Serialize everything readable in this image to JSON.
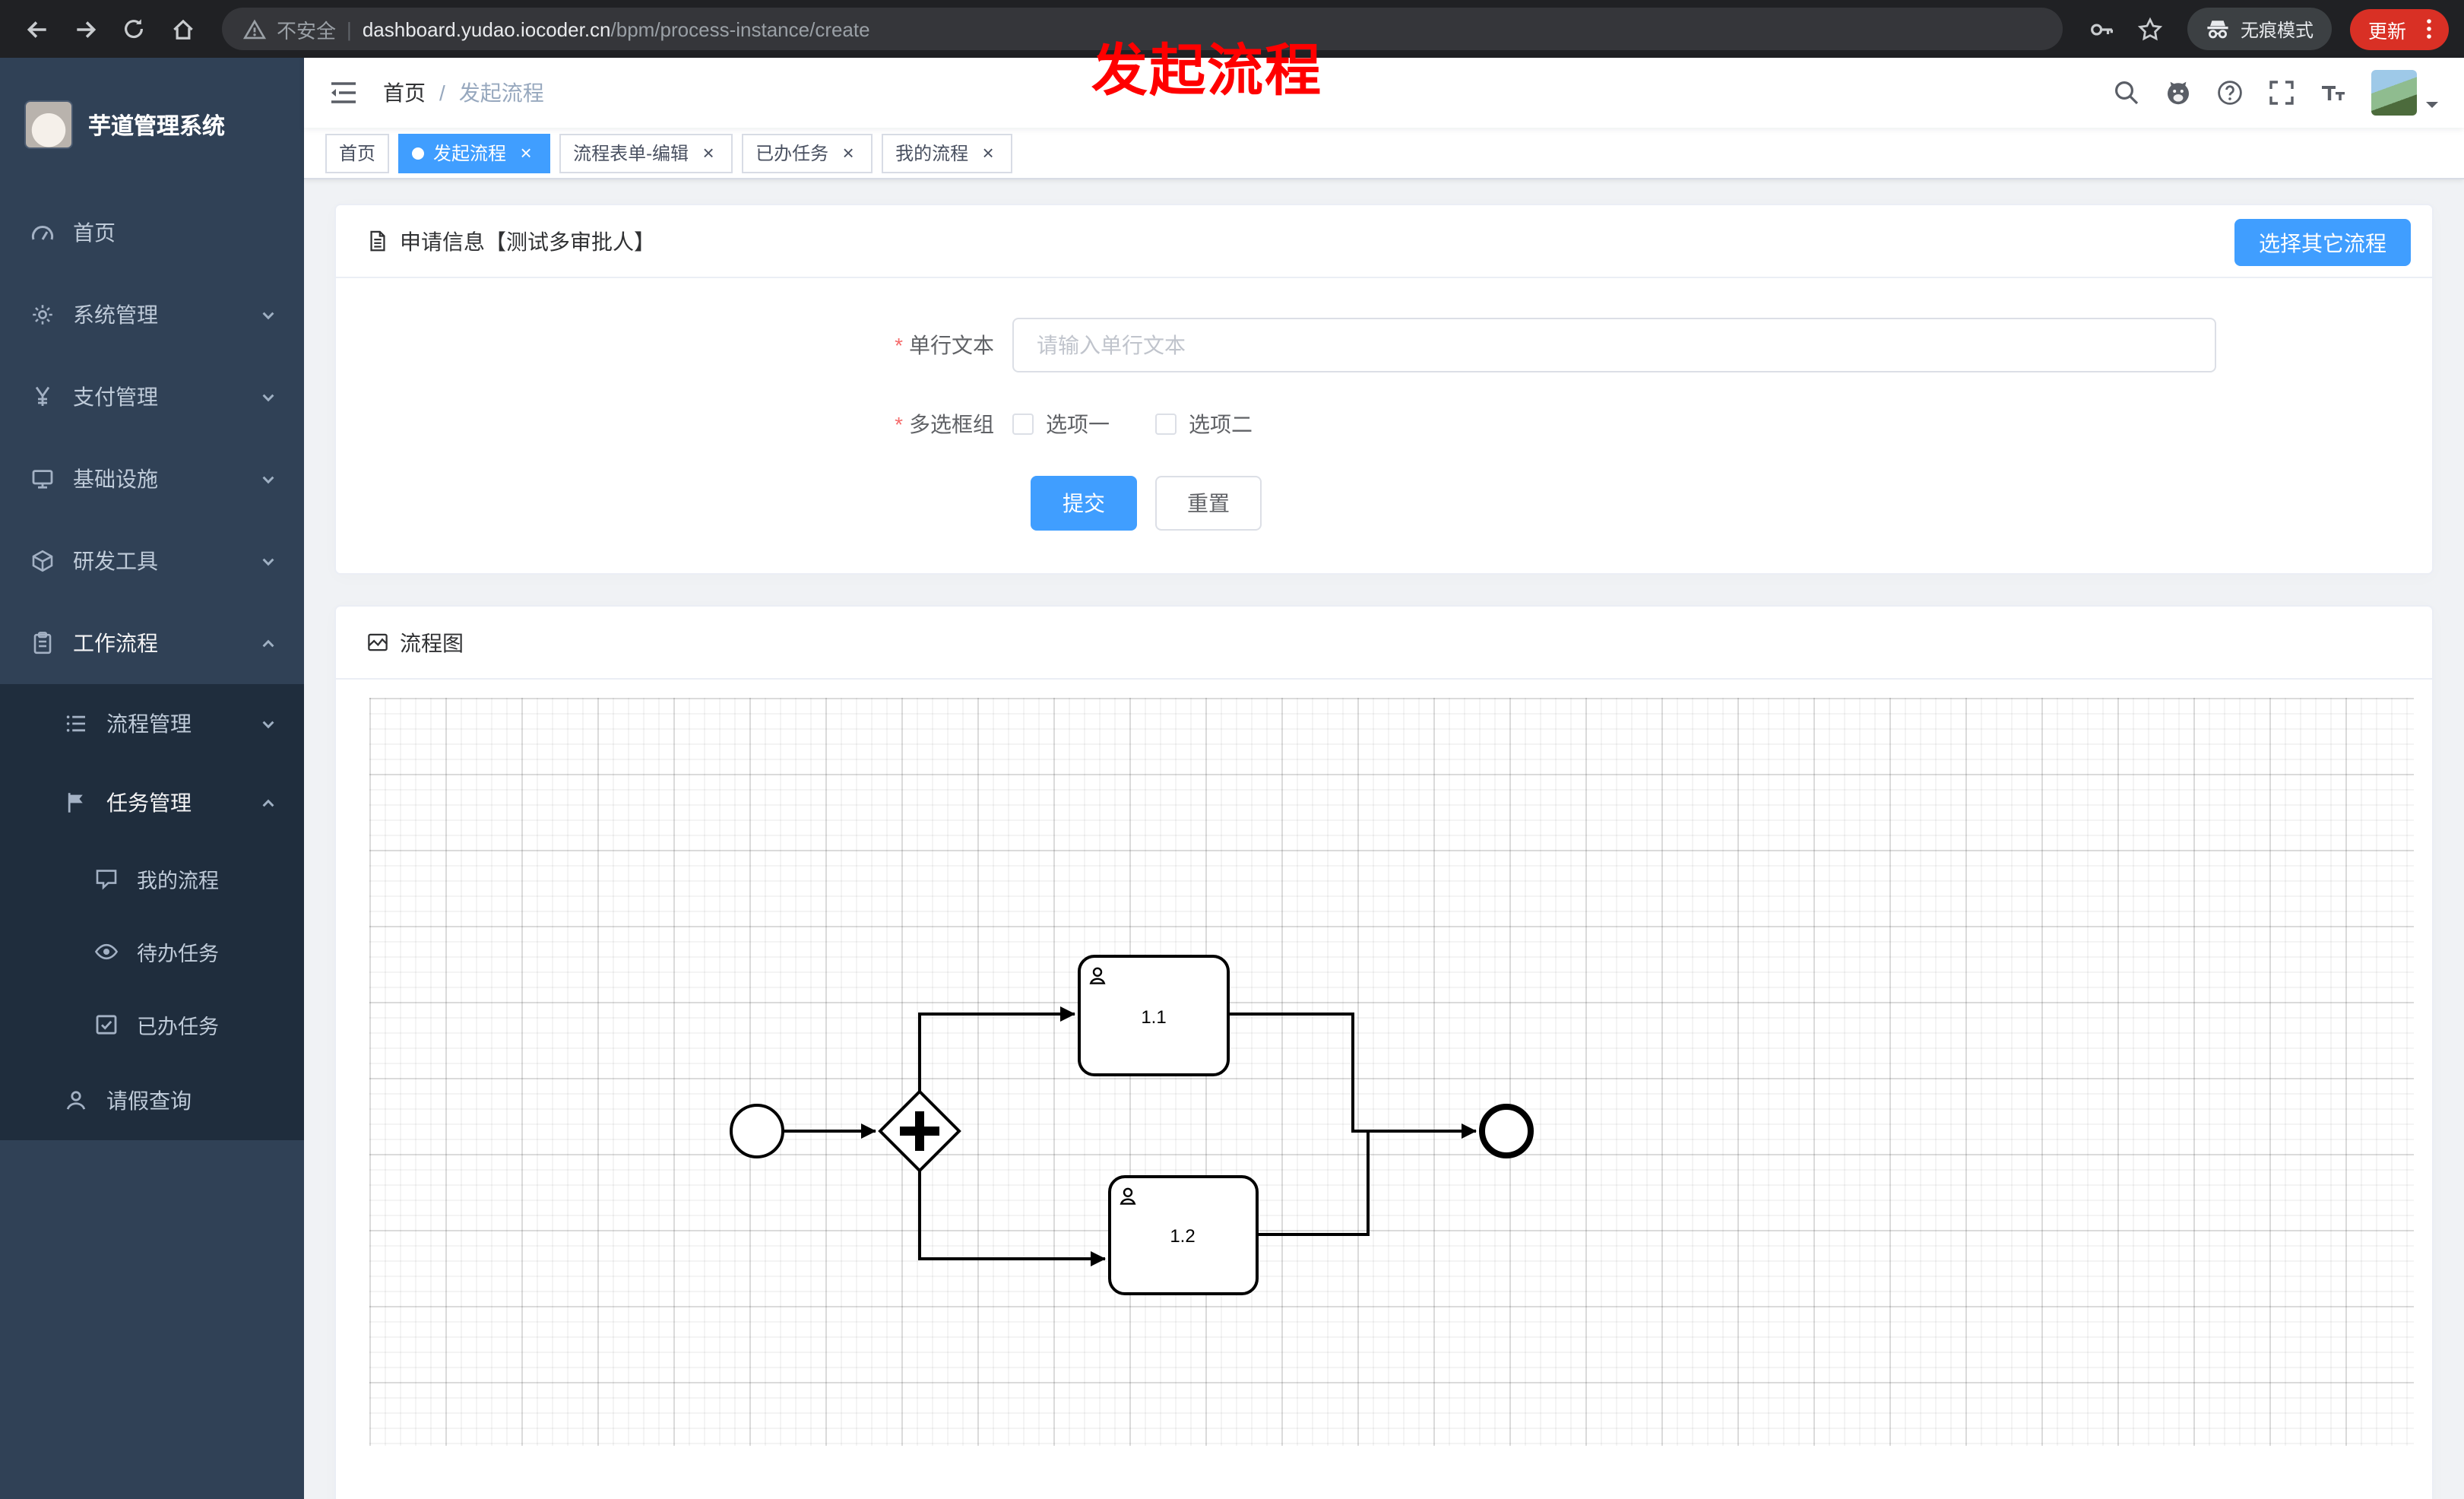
{
  "colors": {
    "primary": "#409eff",
    "annotation": "#ff0000",
    "update": "#d93025",
    "sidebar_bg": "#304156",
    "submenu_bg": "#1f2d3d"
  },
  "browser": {
    "security_label": "不安全",
    "url_domain": "dashboard.yudao.iocoder.cn",
    "url_path": "/bpm/process-instance/create",
    "incognito_label": "无痕模式",
    "update_label": "更新"
  },
  "annotation": {
    "text": "发起流程"
  },
  "sidebar": {
    "logo_title": "芋道管理系统",
    "items": [
      {
        "label": "首页"
      },
      {
        "label": "系统管理"
      },
      {
        "label": "支付管理"
      },
      {
        "label": "基础设施"
      },
      {
        "label": "研发工具"
      },
      {
        "label": "工作流程"
      },
      {
        "label": "流程管理"
      },
      {
        "label": "任务管理"
      },
      {
        "label": "我的流程"
      },
      {
        "label": "待办任务"
      },
      {
        "label": "已办任务"
      },
      {
        "label": "请假查询"
      }
    ]
  },
  "header": {
    "breadcrumb_home": "首页",
    "breadcrumb_current": "发起流程"
  },
  "tabs": [
    {
      "label": "首页",
      "active": false,
      "closable": false
    },
    {
      "label": "发起流程",
      "active": true,
      "closable": true
    },
    {
      "label": "流程表单-编辑",
      "active": false,
      "closable": true
    },
    {
      "label": "已办任务",
      "active": false,
      "closable": true
    },
    {
      "label": "我的流程",
      "active": false,
      "closable": true
    }
  ],
  "form_card": {
    "title": "申请信息【测试多审批人】",
    "other_process_button": "选择其它流程",
    "text_field": {
      "label": "单行文本",
      "placeholder": "请输入单行文本",
      "value": ""
    },
    "checkbox_group": {
      "label": "多选框组",
      "options": [
        {
          "label": "选项一",
          "checked": false
        },
        {
          "label": "选项二",
          "checked": false
        }
      ]
    },
    "submit_button": "提交",
    "reset_button": "重置"
  },
  "diagram_card": {
    "title": "流程图",
    "bpmn": {
      "start_event": "start",
      "gateway": "parallel-gateway",
      "tasks": [
        {
          "label": "1.1"
        },
        {
          "label": "1.2"
        }
      ],
      "end_event": "end"
    }
  }
}
